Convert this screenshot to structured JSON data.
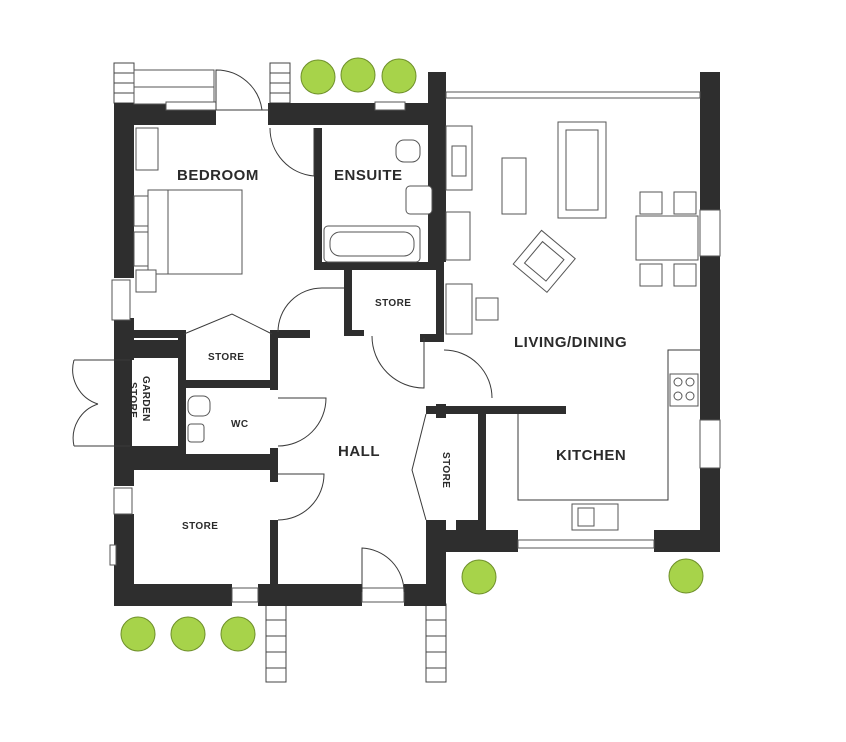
{
  "rooms": {
    "bedroom": "BEDROOM",
    "ensuite": "ENSUITE",
    "store_upper": "STORE",
    "living_dining": "LIVING/DINING",
    "store_mid": "STORE",
    "garden_store_line1": "GARDEN",
    "garden_store_line2": "STORE",
    "wc": "WC",
    "hall": "HALL",
    "store_hall": "STORE",
    "kitchen": "KITCHEN",
    "store_lower": "STORE"
  },
  "colors": {
    "wall": "#2e2e2e",
    "tree_fill": "#a7d34a",
    "background": "#ffffff"
  }
}
